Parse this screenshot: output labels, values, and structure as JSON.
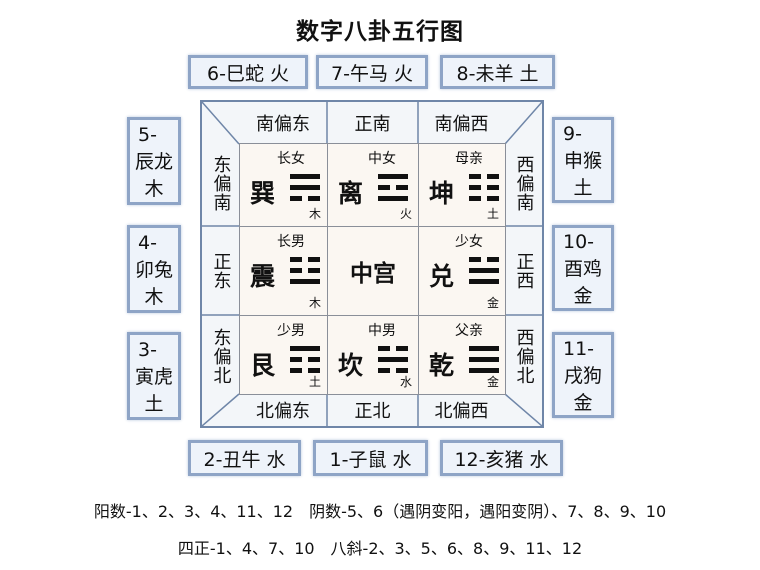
{
  "title": "数字八卦五行图",
  "top_boxes": [
    "6-巳蛇 火",
    "7-午马 火",
    "8-未羊 土"
  ],
  "bottom_boxes": [
    "2-丑牛 水",
    "1-子鼠 水",
    "12-亥猪 水"
  ],
  "left_boxes": [
    [
      "5-",
      "辰龙",
      "木"
    ],
    [
      "4-",
      "卯兔",
      "木"
    ],
    [
      "3-",
      "寅虎",
      "土"
    ]
  ],
  "right_boxes": [
    [
      "9-",
      "申猴",
      "土"
    ],
    [
      "10-",
      "酉鸡",
      "金"
    ],
    [
      "11-",
      "戌狗",
      "金"
    ]
  ],
  "directions": {
    "top": [
      "南偏东",
      "正南",
      "南偏西"
    ],
    "bottom": [
      "北偏东",
      "正北",
      "北偏西"
    ],
    "left": [
      "东偏南",
      "正东",
      "东偏北"
    ],
    "right": [
      "西偏南",
      "正西",
      "西偏北"
    ]
  },
  "cells": [
    {
      "gua": "巽",
      "role": "长女",
      "element": "木",
      "lines": [
        1,
        1,
        0
      ]
    },
    {
      "gua": "离",
      "role": "中女",
      "element": "火",
      "lines": [
        1,
        0,
        1
      ]
    },
    {
      "gua": "坤",
      "role": "母亲",
      "element": "土",
      "lines": [
        0,
        0,
        0
      ]
    },
    {
      "gua": "震",
      "role": "长男",
      "element": "木",
      "lines": [
        0,
        0,
        1
      ]
    },
    {
      "center": "中宫"
    },
    {
      "gua": "兑",
      "role": "少女",
      "element": "金",
      "lines": [
        0,
        1,
        1
      ]
    },
    {
      "gua": "艮",
      "role": "少男",
      "element": "土",
      "lines": [
        1,
        0,
        0
      ]
    },
    {
      "gua": "坎",
      "role": "中男",
      "element": "水",
      "lines": [
        0,
        1,
        0
      ]
    },
    {
      "gua": "乾",
      "role": "父亲",
      "element": "金",
      "lines": [
        1,
        1,
        1
      ]
    }
  ],
  "notes": [
    "阳数-1、2、3、4、11、12　阴数-5、6（遇阴变阳，遇阳变阴）、7、8、9、10",
    "四正-1、4、7、10　八斜-2、3、5、6、8、9、11、12"
  ]
}
